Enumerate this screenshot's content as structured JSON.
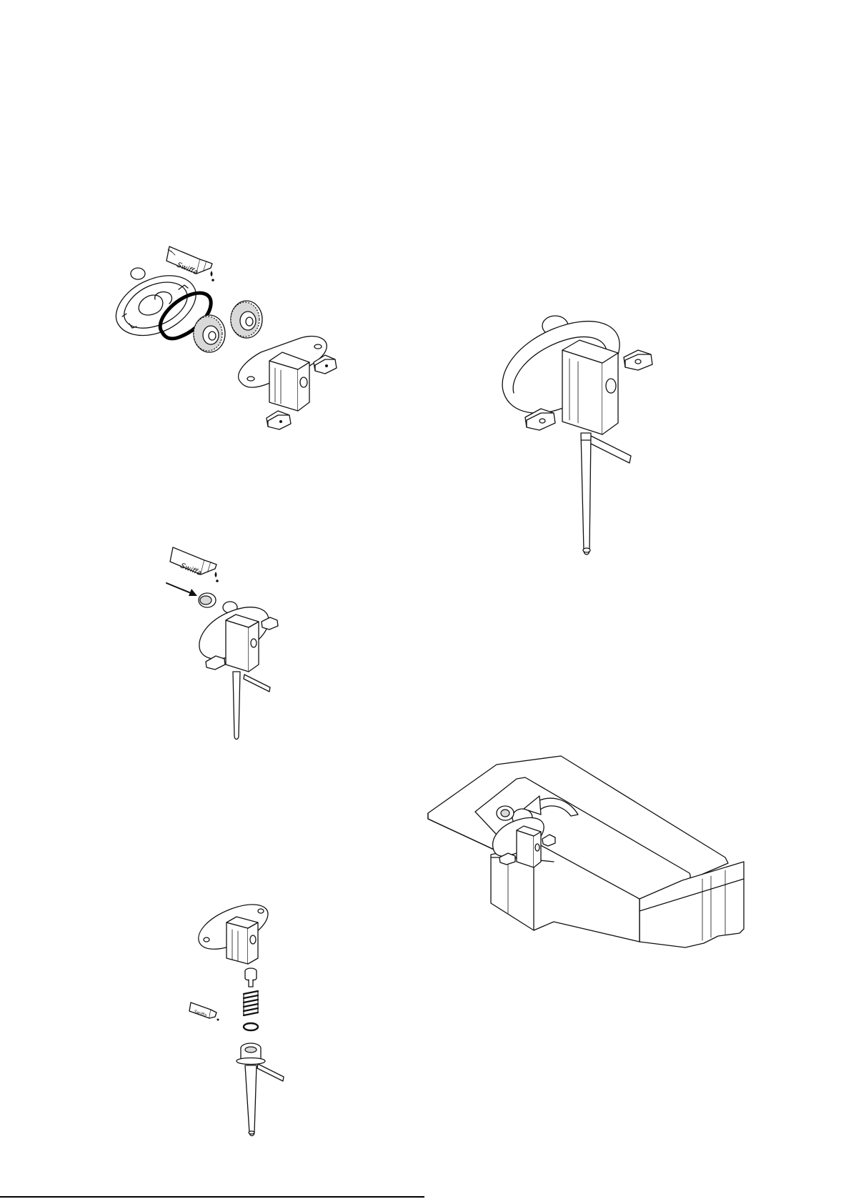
{
  "figures": {
    "exploded_pump": {
      "tube_brand": "Swiffa",
      "icon": "exploded-pump-illustration"
    },
    "assembled_pump": {
      "icon": "assembled-pump-illustration"
    },
    "bearing_insert": {
      "tube_brand": "Swiffa",
      "icon": "bearing-insert-illustration"
    },
    "installation": {
      "icon": "pump-installation-illustration"
    },
    "valve_exploded": {
      "tube_brand": "Swiffa",
      "icon": "valve-exploded-illustration"
    }
  },
  "footer": {
    "text": ""
  },
  "colors": {
    "line": "#111111",
    "background": "#ffffff"
  }
}
